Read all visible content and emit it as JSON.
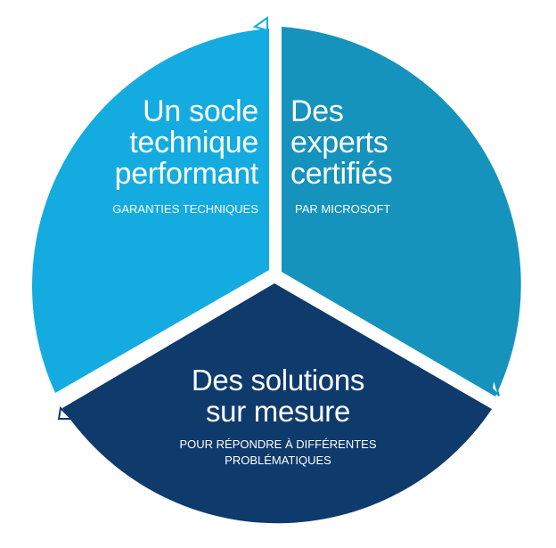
{
  "segments": [
    {
      "title_lines": [
        "Un socle",
        "technique",
        "performant"
      ],
      "subtitle_lines": [
        "GARANTIES TECHNIQUES"
      ],
      "color": "#14ace0"
    },
    {
      "title_lines": [
        "Des",
        "experts",
        "certifiés"
      ],
      "subtitle_lines": [
        "PAR MICROSOFT"
      ],
      "color": "#1593bd"
    },
    {
      "title_lines": [
        "Des solutions",
        "sur mesure"
      ],
      "subtitle_lines": [
        "POUR RÉPONDRE À DIFFÉRENTES",
        "PROBLÉMATIQUES"
      ],
      "color": "#0f3a6c"
    }
  ]
}
